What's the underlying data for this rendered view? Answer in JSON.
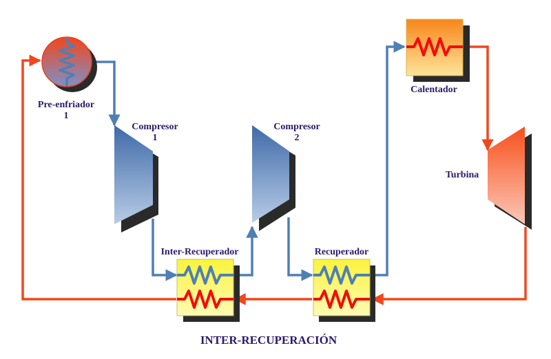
{
  "diagram": {
    "title": "INTER-RECUPERACIÓN",
    "colors": {
      "cold_stream": "#4f7fb4",
      "hot_stream": "#f2461c",
      "hot_coil": "#f20c0c",
      "label_text": "#2b1a6b",
      "shadow": "#2a2a2a",
      "exchanger_fill": "#fbf66e",
      "heater_top": "#f88a1c",
      "heater_bottom": "#fde08e",
      "turbine_top": "#f8501c",
      "turbine_bottom": "#fbc4b4",
      "compressor_top": "#3f6aa8",
      "compressor_bottom": "#b4c8e4",
      "precooler_top": "#f2461c",
      "precooler_bottom": "#7e90c8"
    },
    "components": {
      "precooler": {
        "label_line1": "Pre-enfriador",
        "label_line2": "1",
        "icon": "coil-icon"
      },
      "compressor1": {
        "label_line1": "Compresor",
        "label_line2": "1"
      },
      "compressor2": {
        "label_line1": "Compresor",
        "label_line2": "2"
      },
      "inter_recuperator": {
        "label": "Inter-Recuperador"
      },
      "recuperator": {
        "label": "Recuperador"
      },
      "heater": {
        "label": "Calentador"
      },
      "turbine": {
        "label": "Turbina"
      }
    }
  }
}
